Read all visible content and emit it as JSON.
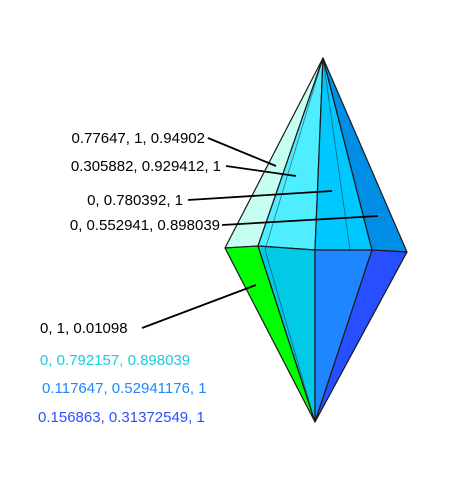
{
  "labels": [
    {
      "text": "0.77647, 1, 0.94902",
      "color": "#000000"
    },
    {
      "text": "0.305882, 0.929412, 1",
      "color": "#000000"
    },
    {
      "text": "0, 0.780392, 1",
      "color": "#000000"
    },
    {
      "text": "0, 0.552941, 0.898039",
      "color": "#000000"
    },
    {
      "text": "0, 1, 0.01098",
      "color": "#000000"
    },
    {
      "text": "0, 0.792157, 0.898039",
      "color": "#1ec8de"
    },
    {
      "text": "0.117647, 0.52941176, 1",
      "color": "#1e87ff"
    },
    {
      "text": "0.156863, 0.31372549, 1",
      "color": "#2b4fff"
    }
  ],
  "face_colors": {
    "upper_left": "#c6fff2",
    "upper_mid_left": "#4eedff",
    "upper_center": "#00c7ff",
    "upper_right": "#008de5",
    "lower_left": "#00ff03",
    "lower_mid_left": "#00cae5",
    "lower_center": "#1e87ff",
    "lower_right": "#284fff"
  }
}
